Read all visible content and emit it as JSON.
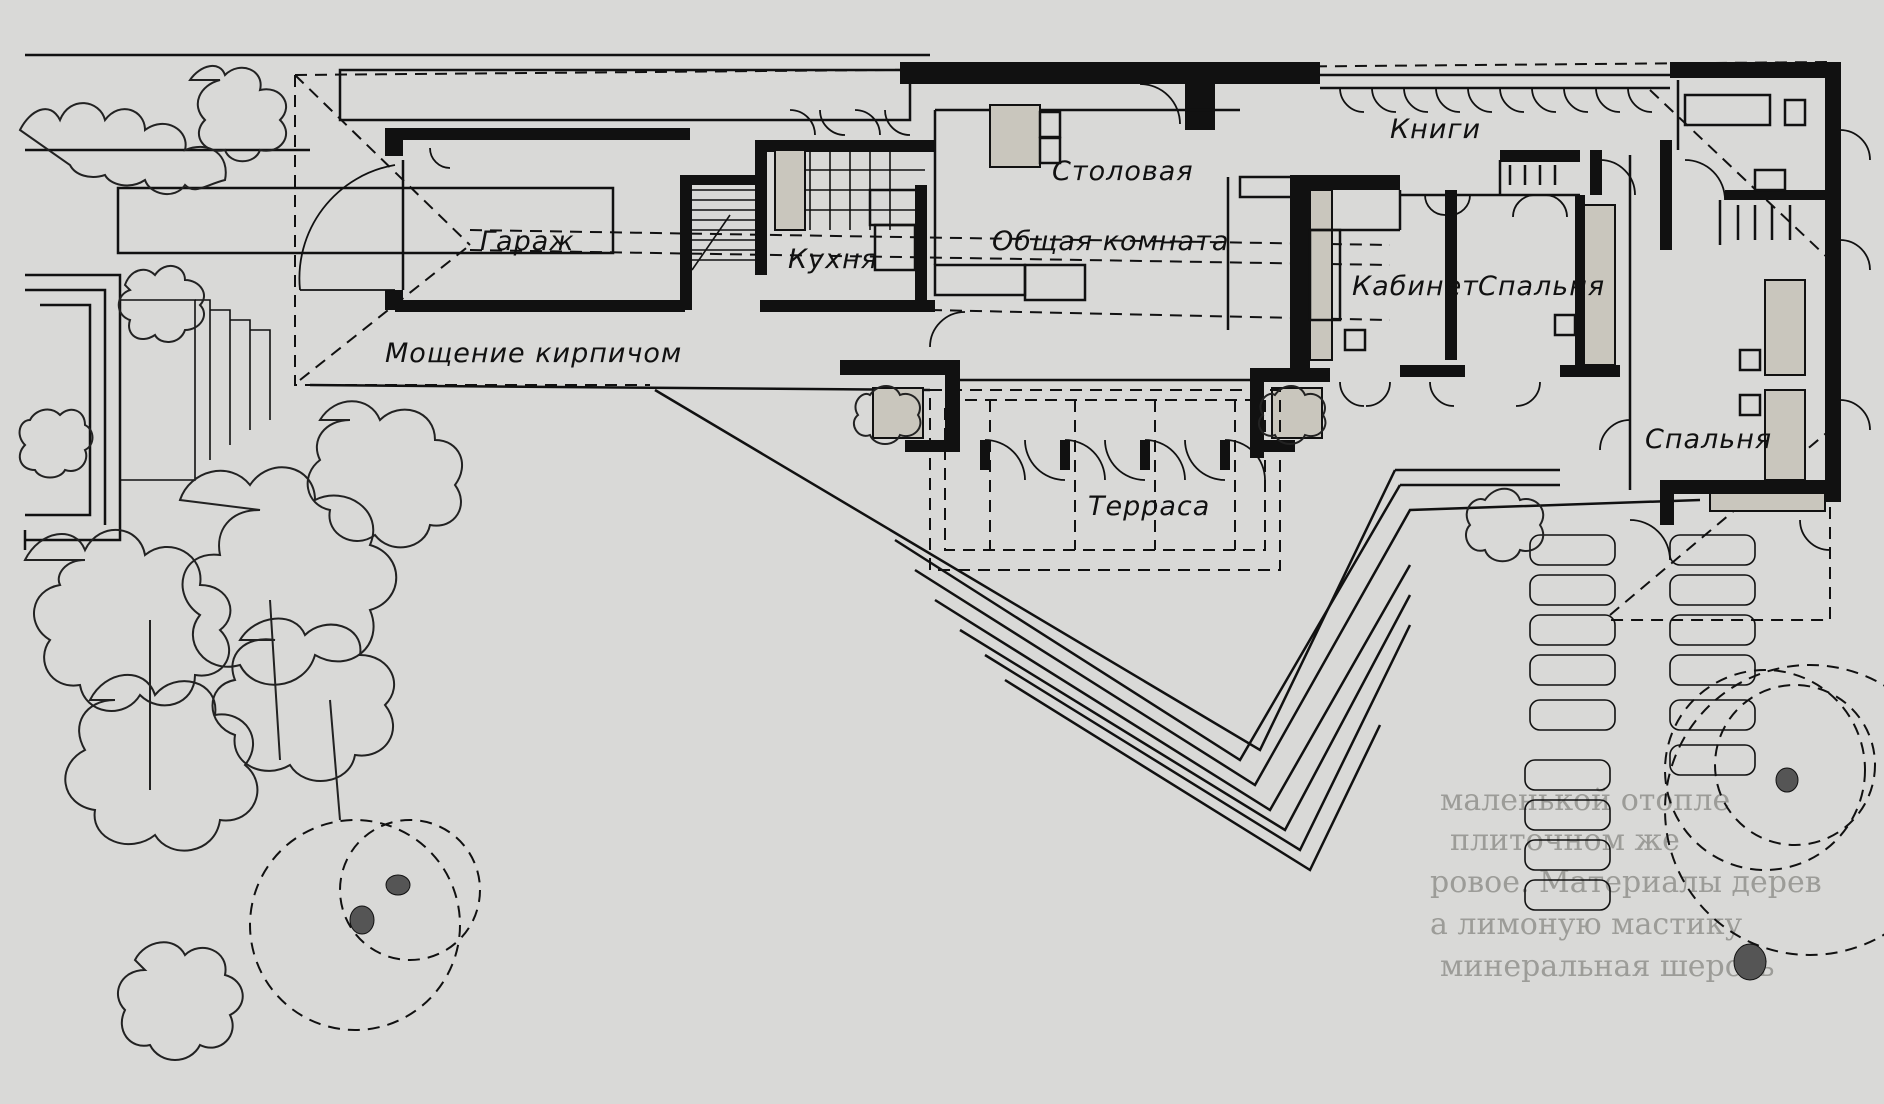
{
  "labels": {
    "garage": "Гараж",
    "kitchen": "Кухня",
    "dining": "Столовая",
    "living": "Общая комната",
    "books": "Книги",
    "study": "Кабинет",
    "bedroom1": "Спальня",
    "bedroom2": "Спальня",
    "paving": "Мощение кирпичом",
    "terrace": "Терраса"
  },
  "bleed_text": [
    "маленькой отопле",
    "плиточном же",
    "ровое. Материалы дерев",
    "а лимоную мастику",
    "минеральная шерсть"
  ],
  "colors": {
    "paper": "#d9d9d7",
    "ink": "#111111"
  }
}
